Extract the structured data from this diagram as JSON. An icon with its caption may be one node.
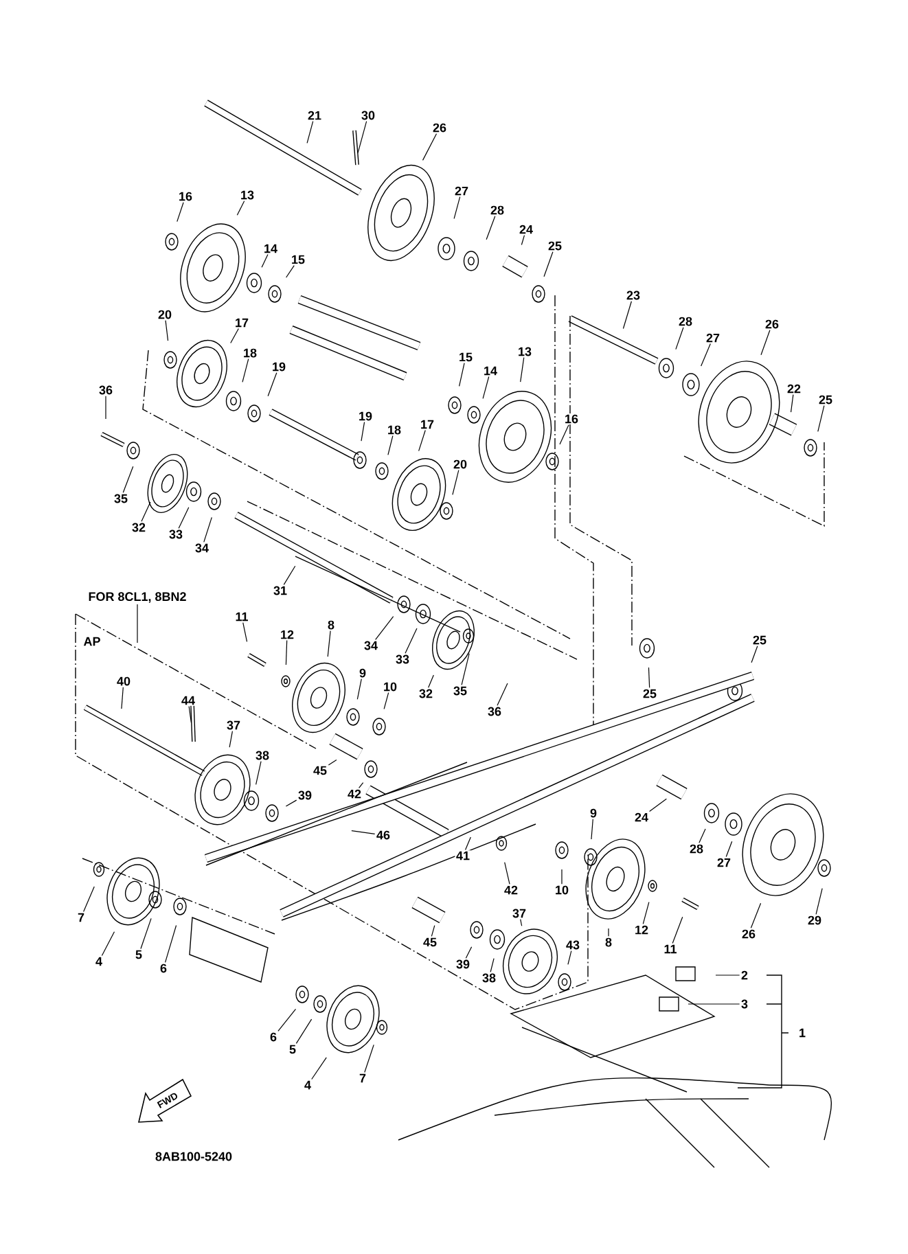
{
  "diagram": {
    "nodes": [
      {
        "text": [
          "21"
        ]
      },
      {
        "text": [
          "30"
        ]
      },
      {
        "text": [
          "26"
        ]
      },
      {
        "text": [
          "27"
        ]
      },
      {
        "text": [
          "16"
        ]
      },
      {
        "text": [
          "13"
        ]
      },
      {
        "text": [
          "28"
        ]
      },
      {
        "text": [
          "24"
        ]
      },
      {
        "text": [
          "25"
        ]
      },
      {
        "text": [
          "14"
        ]
      },
      {
        "text": [
          "15"
        ]
      },
      {
        "text": [
          "23"
        ]
      },
      {
        "text": [
          "20"
        ]
      },
      {
        "text": [
          "17"
        ]
      },
      {
        "text": [
          "28"
        ]
      },
      {
        "text": [
          "26"
        ]
      },
      {
        "text": [
          "27"
        ]
      },
      {
        "text": [
          "13"
        ]
      },
      {
        "text": [
          "18"
        ]
      },
      {
        "text": [
          "15"
        ]
      },
      {
        "text": [
          "19"
        ]
      },
      {
        "text": [
          "14"
        ]
      },
      {
        "text": [
          "22"
        ]
      },
      {
        "text": [
          "36"
        ]
      },
      {
        "text": [
          "25"
        ]
      },
      {
        "text": [
          "19"
        ]
      },
      {
        "text": [
          "16"
        ]
      },
      {
        "text": [
          "17"
        ]
      },
      {
        "text": [
          "18"
        ]
      },
      {
        "text": [
          "20"
        ]
      },
      {
        "text": [
          "35"
        ]
      },
      {
        "text": [
          "32"
        ]
      },
      {
        "text": [
          "33"
        ]
      },
      {
        "text": [
          "34"
        ]
      },
      {
        "text": [
          "31"
        ]
      },
      {
        "text": [
          "FOR 8CL1, 8BN2"
        ]
      },
      {
        "text": [
          "11"
        ]
      },
      {
        "text": [
          "12"
        ]
      },
      {
        "text": [
          "8"
        ]
      },
      {
        "text": [
          "25"
        ]
      },
      {
        "text": [
          "34"
        ]
      },
      {
        "text": [
          "33"
        ]
      },
      {
        "text": [
          "9"
        ]
      },
      {
        "text": [
          "40"
        ]
      },
      {
        "text": [
          "10"
        ]
      },
      {
        "text": [
          "35"
        ]
      },
      {
        "text": [
          "32"
        ]
      },
      {
        "text": [
          "25"
        ]
      },
      {
        "text": [
          "44"
        ]
      },
      {
        "text": [
          "36"
        ]
      },
      {
        "text": [
          "37"
        ]
      },
      {
        "text": [
          "38"
        ]
      },
      {
        "text": [
          "45"
        ]
      },
      {
        "text": [
          "39"
        ]
      },
      {
        "text": [
          "42"
        ]
      },
      {
        "text": [
          "9"
        ]
      },
      {
        "text": [
          "24"
        ]
      },
      {
        "text": [
          "46"
        ]
      },
      {
        "text": [
          "28"
        ]
      },
      {
        "text": [
          "41"
        ]
      },
      {
        "text": [
          "27"
        ]
      },
      {
        "text": [
          "10"
        ]
      },
      {
        "text": [
          "42"
        ]
      },
      {
        "text": [
          "37"
        ]
      },
      {
        "text": [
          "7"
        ]
      },
      {
        "text": [
          "12"
        ]
      },
      {
        "text": [
          "26"
        ]
      },
      {
        "text": [
          "29"
        ]
      },
      {
        "text": [
          "45"
        ]
      },
      {
        "text": [
          "8"
        ]
      },
      {
        "text": [
          "43"
        ]
      },
      {
        "text": [
          "11"
        ]
      },
      {
        "text": [
          "4"
        ]
      },
      {
        "text": [
          "5"
        ]
      },
      {
        "text": [
          "39"
        ]
      },
      {
        "text": [
          "6"
        ]
      },
      {
        "text": [
          "2"
        ]
      },
      {
        "text": [
          "38"
        ]
      },
      {
        "text": [
          "3"
        ]
      },
      {
        "text": [
          "1"
        ]
      },
      {
        "text": [
          "6"
        ]
      },
      {
        "text": [
          "5"
        ]
      },
      {
        "text": [
          "7"
        ]
      },
      {
        "text": [
          "4"
        ]
      }
    ],
    "edges": [
      {
        "from": 0,
        "to": null,
        "arrow": "none"
      },
      {
        "from": 1,
        "to": null,
        "arrow": "none"
      },
      {
        "from": 2,
        "to": null,
        "arrow": "none"
      },
      {
        "from": 3,
        "to": null,
        "arrow": "none"
      },
      {
        "from": 4,
        "to": null,
        "arrow": "none"
      },
      {
        "from": 5,
        "to": null,
        "arrow": "none"
      },
      {
        "from": 6,
        "to": null,
        "arrow": "none"
      },
      {
        "from": 7,
        "to": null,
        "arrow": "none"
      },
      {
        "from": 8,
        "to": null,
        "arrow": "none"
      },
      {
        "from": 9,
        "to": null,
        "arrow": "none"
      },
      {
        "from": 10,
        "to": null,
        "arrow": "none"
      },
      {
        "from": 11,
        "to": null,
        "arrow": "none"
      },
      {
        "from": 12,
        "to": null,
        "arrow": "none"
      },
      {
        "from": 13,
        "to": null,
        "arrow": "none"
      },
      {
        "from": 14,
        "to": null,
        "arrow": "none"
      },
      {
        "from": 15,
        "to": null,
        "arrow": "none"
      },
      {
        "from": 16,
        "to": null,
        "arrow": "none"
      },
      {
        "from": 17,
        "to": null,
        "arrow": "none"
      },
      {
        "from": 18,
        "to": null,
        "arrow": "none"
      },
      {
        "from": 19,
        "to": null,
        "arrow": "none"
      },
      {
        "from": 20,
        "to": null,
        "arrow": "none"
      },
      {
        "from": 21,
        "to": null,
        "arrow": "none"
      },
      {
        "from": 22,
        "to": null,
        "arrow": "none"
      },
      {
        "from": 23,
        "to": null,
        "arrow": "none"
      },
      {
        "from": 24,
        "to": null,
        "arrow": "none"
      },
      {
        "from": 25,
        "to": null,
        "arrow": "none"
      },
      {
        "from": 26,
        "to": null,
        "arrow": "none"
      },
      {
        "from": 27,
        "to": null,
        "arrow": "none"
      },
      {
        "from": 28,
        "to": null,
        "arrow": "none"
      },
      {
        "from": 29,
        "to": null,
        "arrow": "none"
      },
      {
        "from": 30,
        "to": null,
        "arrow": "none"
      },
      {
        "from": 31,
        "to": null,
        "arrow": "none"
      },
      {
        "from": 32,
        "to": null,
        "arrow": "none"
      },
      {
        "from": 33,
        "to": null,
        "arrow": "none"
      },
      {
        "from": 34,
        "to": null,
        "arrow": "none"
      },
      {
        "from": 35,
        "to": null,
        "arrow": "none"
      },
      {
        "from": 36,
        "to": null,
        "arrow": "none"
      },
      {
        "from": 37,
        "to": null,
        "arrow": "none"
      },
      {
        "from": 38,
        "to": null,
        "arrow": "none"
      },
      {
        "from": 39,
        "to": null,
        "arrow": "none"
      },
      {
        "from": 40,
        "to": null,
        "arrow": "none"
      },
      {
        "from": 41,
        "to": null,
        "arrow": "none"
      },
      {
        "from": 42,
        "to": null,
        "arrow": "none"
      },
      {
        "from": 43,
        "to": null,
        "arrow": "none"
      },
      {
        "from": 44,
        "to": null,
        "arrow": "none"
      },
      {
        "from": 45,
        "to": null,
        "arrow": "none"
      },
      {
        "from": 46,
        "to": null,
        "arrow": "none"
      },
      {
        "from": 47,
        "to": null,
        "arrow": "none"
      },
      {
        "from": 48,
        "to": null,
        "arrow": "none"
      },
      {
        "from": 49,
        "to": null,
        "arrow": "none"
      },
      {
        "from": 50,
        "to": null,
        "arrow": "none"
      },
      {
        "from": 51,
        "to": null,
        "arrow": "none"
      },
      {
        "from": 52,
        "to": null,
        "arrow": "none"
      },
      {
        "from": 53,
        "to": null,
        "arrow": "none"
      },
      {
        "from": 54,
        "to": null,
        "arrow": "none"
      },
      {
        "from": 55,
        "to": null,
        "arrow": "none"
      },
      {
        "from": 56,
        "to": null,
        "arrow": "none"
      },
      {
        "from": 57,
        "to": null,
        "arrow": "none"
      },
      {
        "from": 58,
        "to": null,
        "arrow": "none"
      },
      {
        "from": 59,
        "to": null,
        "arrow": "none"
      },
      {
        "from": 60,
        "to": null,
        "arrow": "none"
      },
      {
        "from": 61,
        "to": null,
        "arrow": "none"
      },
      {
        "from": 62,
        "to": null,
        "arrow": "none"
      },
      {
        "from": 63,
        "to": null,
        "arrow": "none"
      },
      {
        "from": 64,
        "to": null,
        "arrow": "none"
      },
      {
        "from": 65,
        "to": null,
        "arrow": "none"
      },
      {
        "from": 66,
        "to": null,
        "arrow": "none"
      },
      {
        "from": 67,
        "to": null,
        "arrow": "none"
      },
      {
        "from": 68,
        "to": null,
        "arrow": "none"
      },
      {
        "from": 69,
        "to": null,
        "arrow": "none"
      },
      {
        "from": 70,
        "to": null,
        "arrow": "none"
      },
      {
        "from": 71,
        "to": null,
        "arrow": "none"
      },
      {
        "from": 72,
        "to": null,
        "arrow": "none"
      },
      {
        "from": 73,
        "to": null,
        "arrow": "none"
      },
      {
        "from": 74,
        "to": null,
        "arrow": "none"
      },
      {
        "from": 75,
        "to": null,
        "arrow": "none"
      },
      {
        "from": 76,
        "to": null,
        "arrow": "none"
      },
      {
        "from": 77,
        "to": null,
        "arrow": "none"
      },
      {
        "from": 78,
        "to": null,
        "arrow": "none"
      },
      {
        "from": 80,
        "to": null,
        "arrow": "none"
      },
      {
        "from": 81,
        "to": null,
        "arrow": "none"
      },
      {
        "from": 82,
        "to": null,
        "arrow": "none"
      },
      {
        "from": 83,
        "to": null,
        "arrow": "none"
      }
    ],
    "labels": [
      "AP",
      "FWD",
      "8AB100-5240"
    ]
  }
}
